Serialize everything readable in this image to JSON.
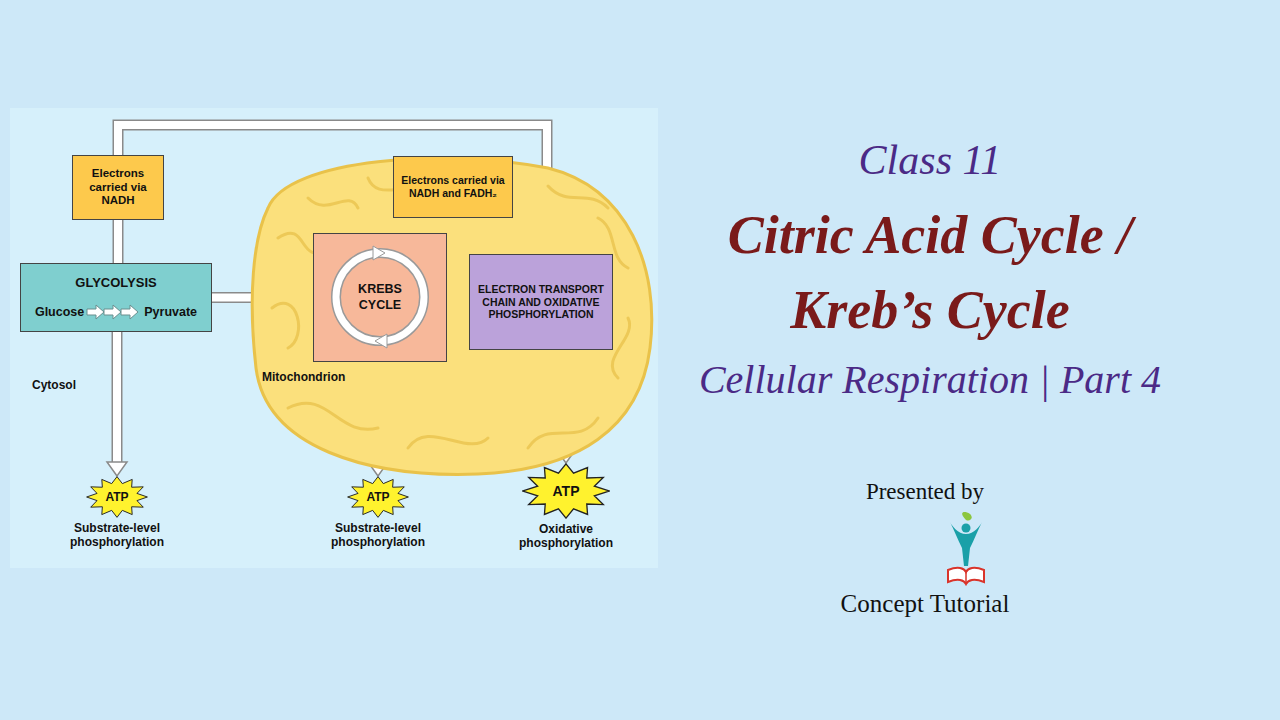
{
  "diagram": {
    "title": "Citric Acid Cycle / Kreb’s Cycle",
    "nodes": [
      {
        "text": [
          "Electrons carried via NADH"
        ]
      },
      {
        "text": [
          "GLYCOLYSIS",
          "Glucose",
          "Pyruvate"
        ]
      },
      {
        "text": [
          "Mitochondrion"
        ]
      },
      {
        "text": [
          "Electrons carried via NADH and FADH₂"
        ],
        "in": 2
      },
      {
        "text": [
          "KREBS CYCLE"
        ],
        "in": 2
      },
      {
        "text": [
          "ELECTRON TRANSPORT CHAIN AND OXIDATIVE PHOSPHORYLATION"
        ],
        "in": 2
      },
      {
        "text": [
          "ATP",
          "Substrate-level phosphorylation"
        ]
      },
      {
        "text": [
          "ATP",
          "Substrate-level phosphorylation"
        ]
      },
      {
        "text": [
          "ATP",
          "Oxidative phosphorylation"
        ]
      }
    ],
    "edges": [
      {
        "from": 1,
        "to": 0,
        "arrow": "none"
      },
      {
        "from": 0,
        "to": 5,
        "arrow": "to"
      },
      {
        "from": 1,
        "to": 4,
        "arrow": "to"
      },
      {
        "from": 4,
        "to": 3,
        "arrow": "none"
      },
      {
        "from": 3,
        "to": 5,
        "arrow": "to"
      },
      {
        "from": 1,
        "to": 6,
        "arrow": "to"
      },
      {
        "from": 4,
        "to": 7,
        "arrow": "to"
      },
      {
        "from": 5,
        "to": 8,
        "arrow": "to"
      }
    ],
    "labels": [
      "Cytosol",
      "Class 11",
      "Cellular Respiration | Part 4",
      "Presented by",
      "Concept Tutorial"
    ]
  }
}
